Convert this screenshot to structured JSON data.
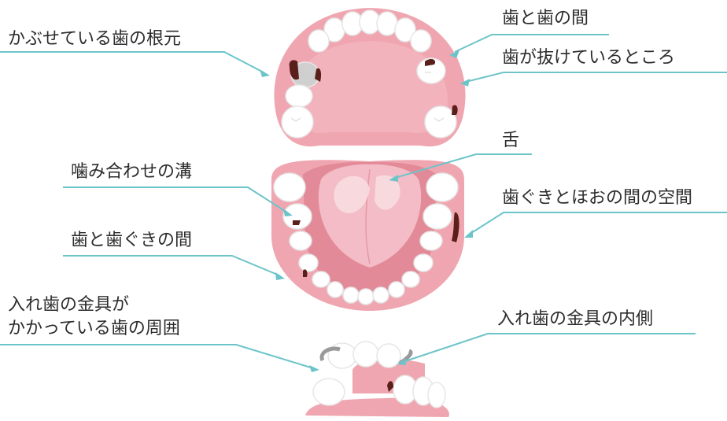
{
  "colors": {
    "gum": "#f0a6b0",
    "gum_light": "#f6c6cc",
    "mouth_inner": "#e38a98",
    "tongue": "#f4bcc6",
    "tooth": "#ffffff",
    "tooth_shade": "#dcdcdc",
    "plaque": "#5a1f1a",
    "metal": "#9a9a9a",
    "leader": "#6cc4c9",
    "text": "#2c2c2c"
  },
  "labels": {
    "crown_root": "かぶせている歯の根元",
    "between_teeth": "歯と歯の間",
    "missing_tooth": "歯が抜けているところ",
    "tongue": "舌",
    "chewing_groove": "噛み合わせの溝",
    "cheek_gap": "歯ぐきとほおの間の空間",
    "tooth_gum": "歯と歯ぐきの間",
    "denture_clasp_line1": "入れ歯の金具が",
    "denture_clasp_line2": "かかっている歯の周囲",
    "clasp_inner": "入れ歯の金具の内側"
  },
  "icons": {
    "upper_jaw": "upper-jaw-illustration",
    "lower_jaw": "lower-jaw-illustration",
    "denture": "partial-denture-illustration"
  }
}
